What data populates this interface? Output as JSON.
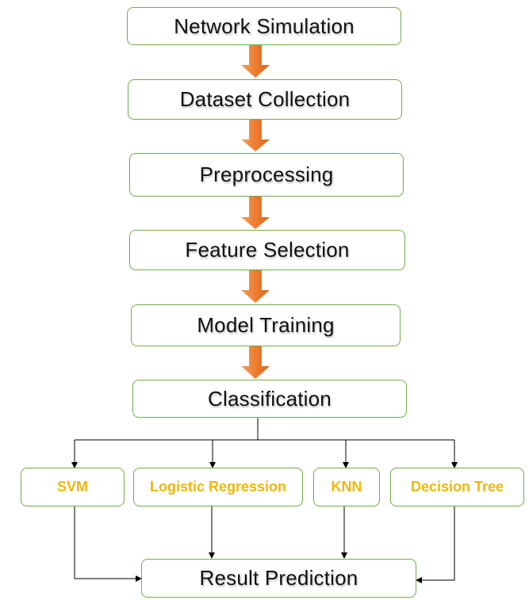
{
  "flow": {
    "steps": [
      "Network Simulation",
      "Dataset Collection",
      "Preprocessing",
      "Feature Selection",
      "Model Training",
      "Classification"
    ],
    "classifiers": [
      "SVM",
      "Logistic Regression",
      "KNN",
      "Decision Tree"
    ],
    "result": "Result Prediction"
  },
  "colors": {
    "box_border": "#70ad47",
    "arrow_orange": "#ed7d31",
    "classifier_text": "#f2b705",
    "connector_line": "#000000"
  }
}
